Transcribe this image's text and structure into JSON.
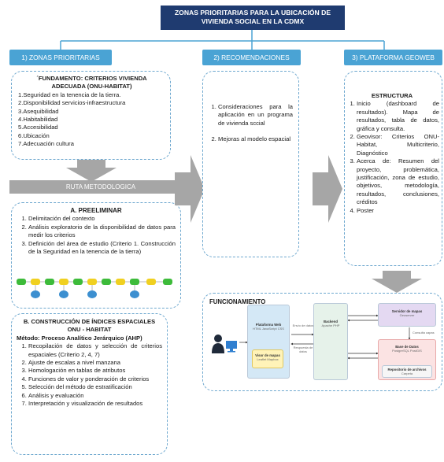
{
  "title": {
    "line1": "ZONAS PRIORITARIAS PARA LA UBICACIÓN DE",
    "line2": "VIVIENDA SOCIAL EN LA CDMX"
  },
  "col1": {
    "header": "1) ZONAS PRIORITARIAS",
    "fund_title_1": "´FUNDAMENTO: CRITERIOS VIVIENDA",
    "fund_title_2": "ADECUADA (ONU-HABITAT)",
    "fund_items": [
      "1.Seguridad en la tenencia de la tierra.",
      "2.Disponibilidad servicios-infraestructura",
      "3.Asequibilidad",
      "4.Habitabilidad",
      "5.Accesibilidad",
      "6.Ubicación",
      "7.Adecuación cultura"
    ],
    "ruta": "RUTA METODOLOGICA",
    "a_title": "A. PREELIMINAR",
    "a_items": [
      "Delimitación del contexto",
      "Análisis exploratorio de la disponibilidad de datos para medir los criterios",
      "Definición del área de estudio (Criterio 1. Construcción de la Seguridad en la tenencia de la tierra)"
    ],
    "b_title_1": "B. CONSTRUCCIÓN DE ÍNDICES ESPACIALES",
    "b_title_2": "ONU - HABITAT",
    "b_method": "Método: Proceso Analítico Jerárquico (AHP)",
    "b_items": [
      "Recopilación de datos y selección de criterios espaciales (Criterio 2, 4, 7)",
      "Ajuste de escalas a nivel manzana",
      "Homologación en tablas de atributos",
      "Funciones de valor y ponderación de criterios",
      "Selección del método de estratificación",
      "Análisis y evaluación",
      "Interpretación y visualización de resultados"
    ]
  },
  "col2": {
    "header": "2) RECOMENDACIONES",
    "items": [
      "Consideraciones para la aplicación en un programa de vivienda sccial",
      "Mejoras al modelo espacial"
    ]
  },
  "col3": {
    "header": "3) PLATAFORMA GEOWEB",
    "estructura_title": "ESTRUCTURA",
    "items": [
      "Inicio (dashboard de resultados). Mapa de resultados, tabla de datos, gráfica y consulta.",
      "Geovisor: Criterios ONU-Habitat, Multicriterio, Diagnóstico",
      "Acerca de: Resumen del proyecto, problemática, justificación, zona de estudio, objetivos, metodología, resultados, conclusiones, créditos",
      "Poster"
    ]
  },
  "func": {
    "title": "FUNCIONAMIENTO",
    "plataforma": "Plataforma Web",
    "plataforma_sub": "HTML JavaScript CSS",
    "visor": "Visor de mapas",
    "visor_sub": "Leaflet Mapbox",
    "backend": "Backend",
    "backend_sub": "Apache PHP",
    "servidor": "Servidor de mapas",
    "servidor_sub": "Geoserver",
    "bd": "Base de Datos",
    "bd_sub": "PostgreSQL PostGIS",
    "repo": "Repositorio de archivos",
    "repo_sub": "Carpeta",
    "lbl_envio": "Envío de datos",
    "lbl_respuesta": "Respuesta de datos",
    "lbl_consulta": "Consulta capas"
  },
  "colors": {
    "title_bg": "#1f3b70",
    "header_bg": "#4aa3d4",
    "arrow": "#a6a6a6",
    "dashed": "#6ea8cf",
    "ahp_green": "#3dbb3a",
    "ahp_yellow": "#f0d020",
    "ahp_blue": "#3c8fd0"
  }
}
